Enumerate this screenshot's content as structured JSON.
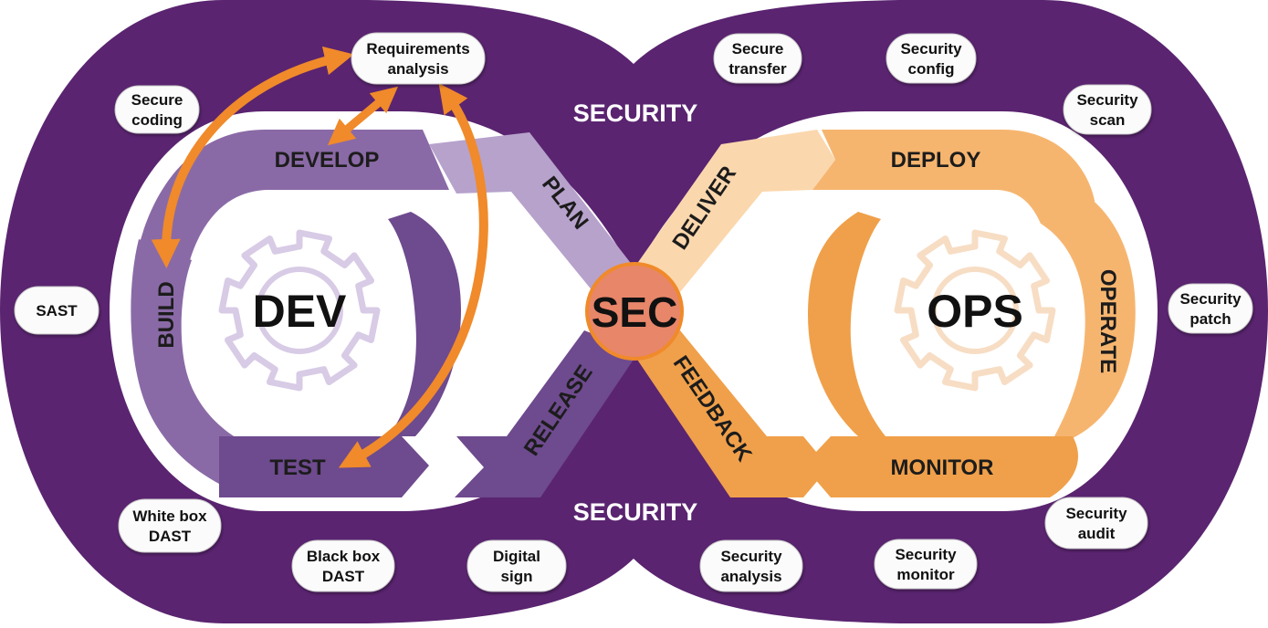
{
  "colors": {
    "outer_purple": "#5a2470",
    "inner_white": "#ffffff",
    "dev_purple_dark": "#6e4a8e",
    "dev_purple_mid": "#8a6aa6",
    "dev_purple_light": "#b7a2cc",
    "ops_orange_dark": "#f0a04a",
    "ops_orange_mid": "#f6b56f",
    "ops_orange_light": "#fbd7ad",
    "sec_circle": "#e8866a",
    "arrow_orange": "#f08a2a",
    "gear_purple": "#d8cbe6",
    "gear_orange": "#f7ddc4"
  },
  "center": {
    "label": "SEC"
  },
  "security_labels": {
    "top": "SECURITY",
    "bottom": "SECURITY"
  },
  "dev_loop": {
    "center_label": "DEV",
    "stages": {
      "develop": "DEVELOP",
      "build": "BUILD",
      "test": "TEST",
      "plan": "PLAN",
      "release": "RELEASE"
    }
  },
  "ops_loop": {
    "center_label": "OPS",
    "stages": {
      "deploy": "DEPLOY",
      "operate": "OPERATE",
      "monitor": "MONITOR",
      "deliver": "DELIVER",
      "feedback": "FEEDBACK"
    }
  },
  "practices": {
    "requirements_analysis": [
      "Requirements",
      "analysis"
    ],
    "secure_coding": [
      "Secure",
      "coding"
    ],
    "sast": [
      "SAST"
    ],
    "white_box_dast": [
      "White box",
      "DAST"
    ],
    "black_box_dast": [
      "Black box",
      "DAST"
    ],
    "digital_sign": [
      "Digital",
      "sign"
    ],
    "secure_transfer": [
      "Secure",
      "transfer"
    ],
    "security_config": [
      "Security",
      "config"
    ],
    "security_scan": [
      "Security",
      "scan"
    ],
    "security_patch": [
      "Security",
      "patch"
    ],
    "security_audit": [
      "Security",
      "audit"
    ],
    "security_monitor": [
      "Security",
      "monitor"
    ],
    "security_analysis": [
      "Security",
      "analysis"
    ]
  },
  "icons": {
    "dev_gear": "gear-icon",
    "ops_gear": "gear-icon"
  }
}
